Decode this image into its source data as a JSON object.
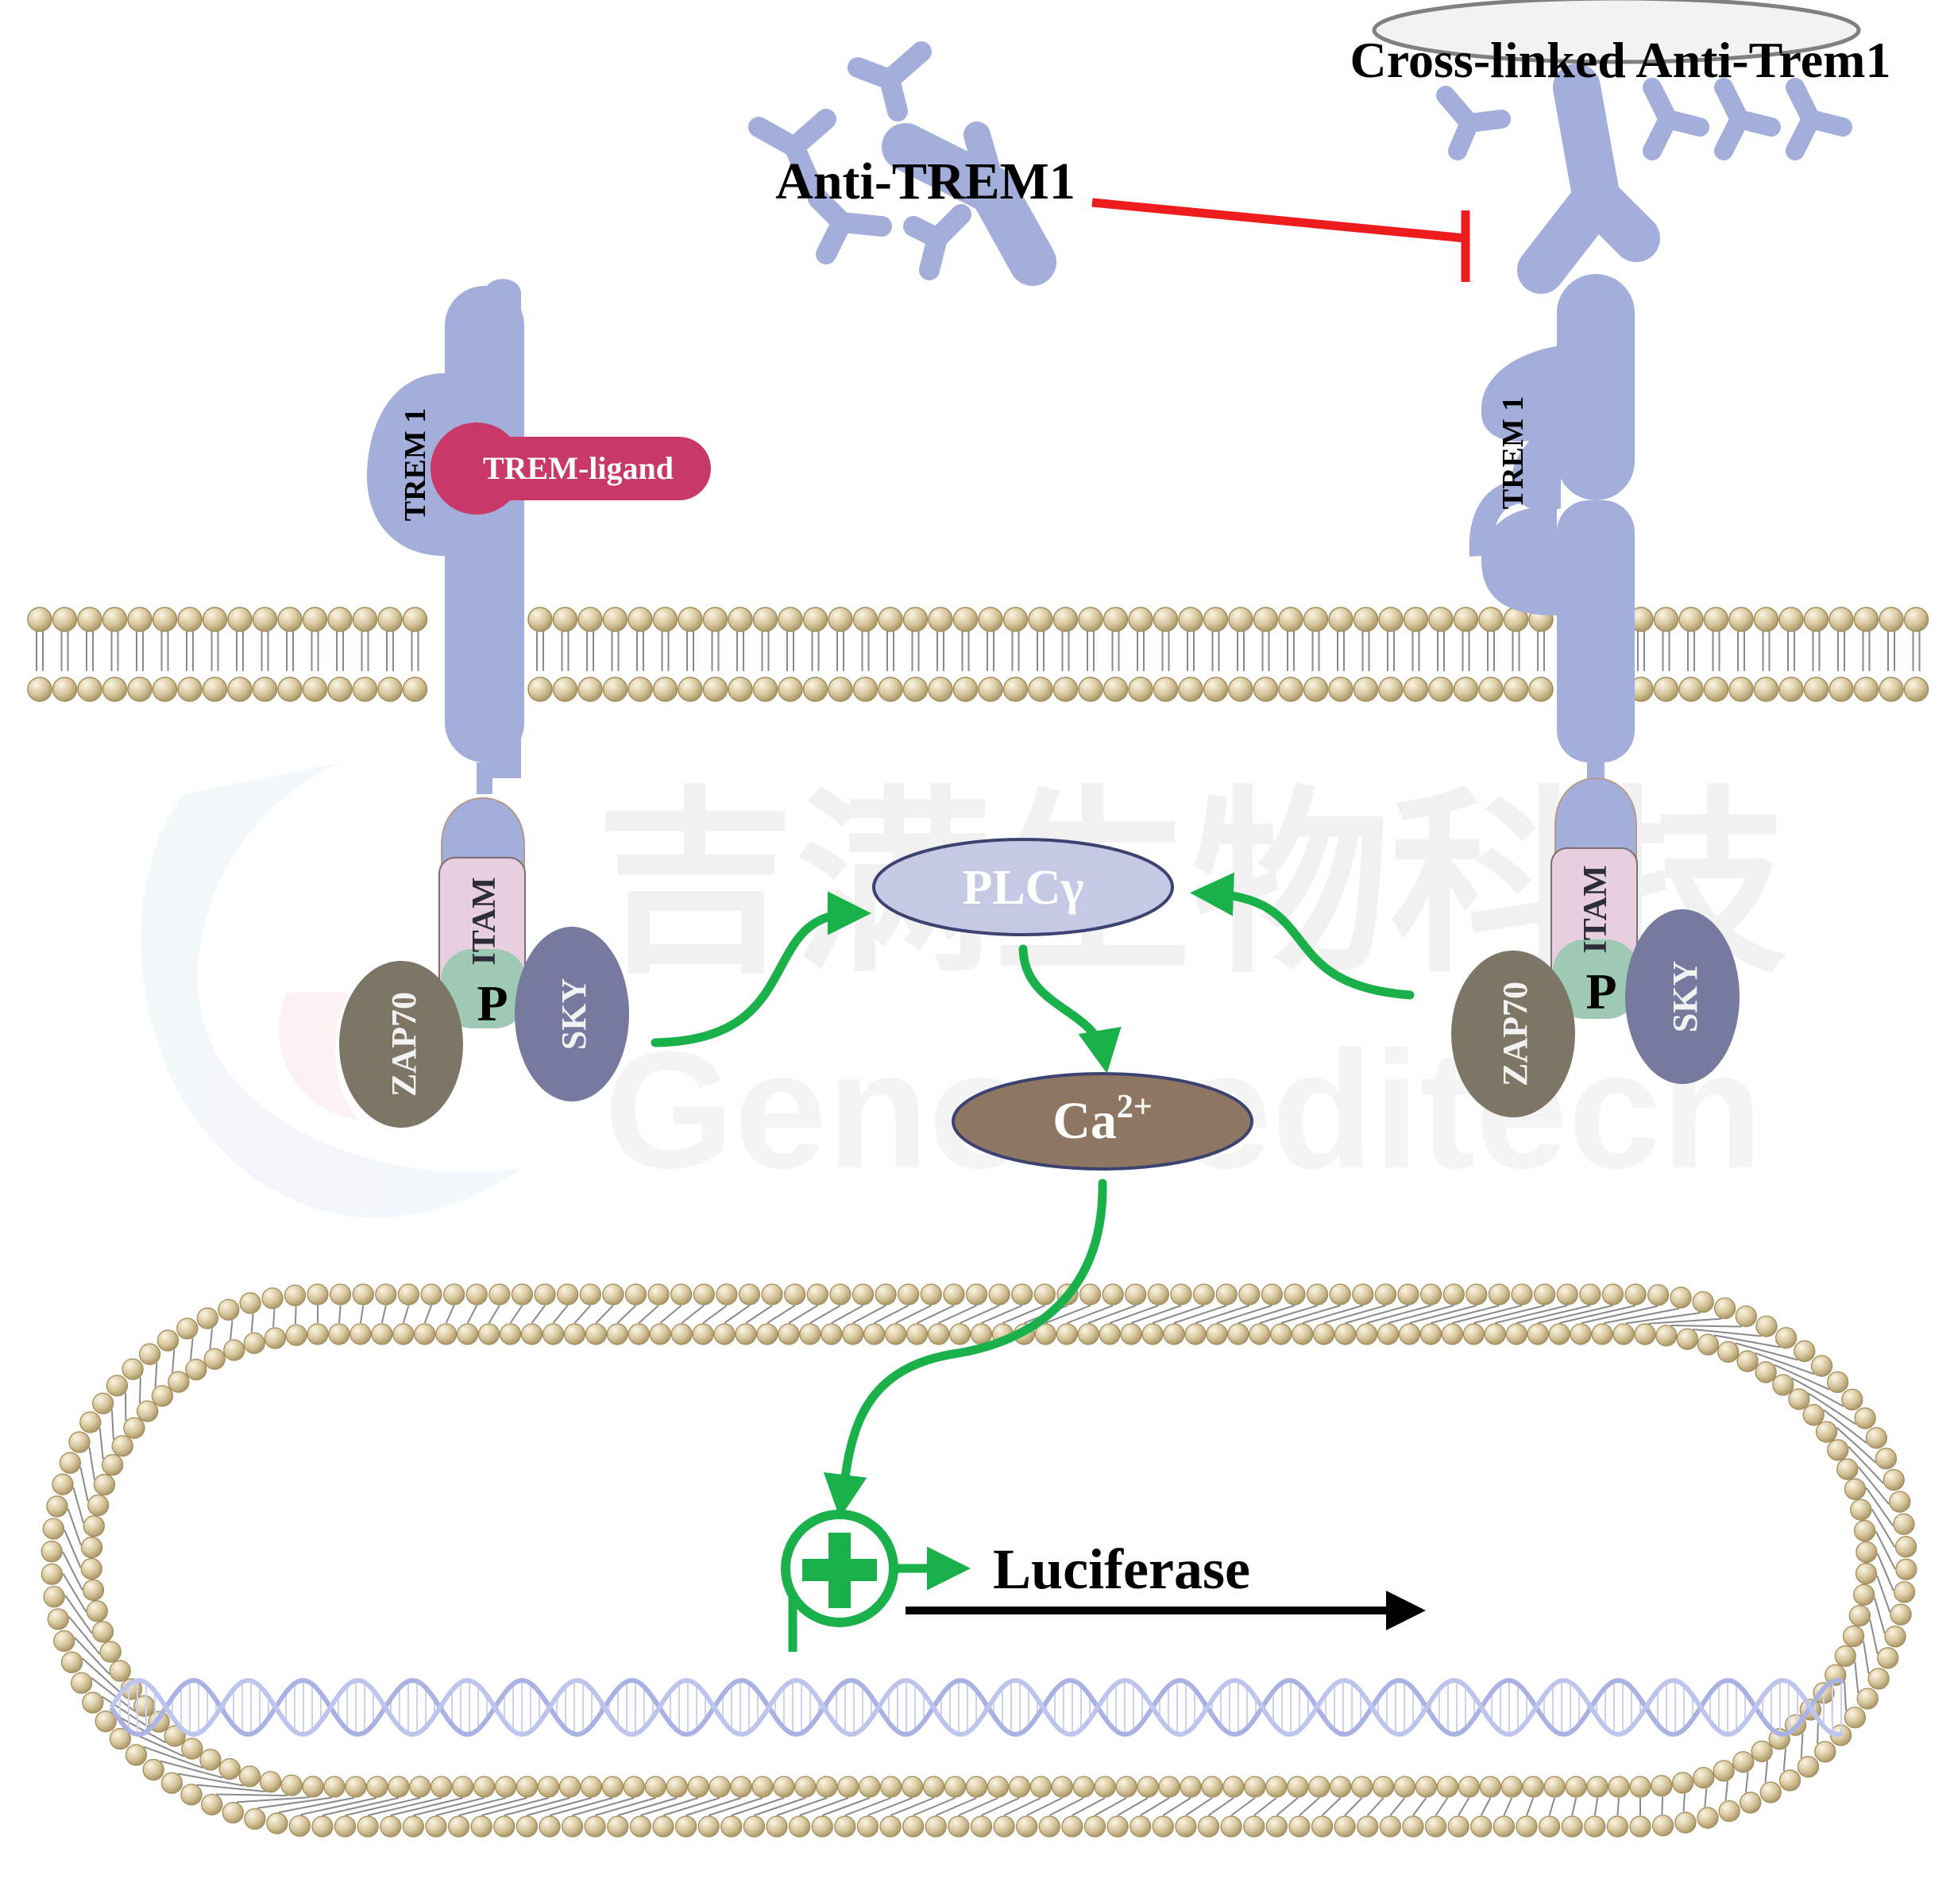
{
  "labels": {
    "cross_linked": "Cross-linked Anti-Trem1",
    "anti_trem1": "Anti-TREM1",
    "trem1_left": "TREM 1",
    "trem1_right": "TREM 1",
    "trem_ligand": "TREM-ligand",
    "itam_left": "ITAM",
    "itam_right": "ITAM",
    "zap70_left": "ZAP70",
    "zap70_right": "ZAP70",
    "sky_left": "SKY",
    "sky_right": "SKY",
    "p_left": "P",
    "p_right": "P",
    "plc": "PLCγ",
    "ca": "Ca",
    "ca_charge": "2+",
    "luciferase": "Luciferase"
  },
  "watermark": {
    "cn": "吉满生物科技",
    "en": "Genomeditech"
  },
  "colors": {
    "receptor": "#a3aedb",
    "ligand": "#c8396a",
    "itam": "#e8cfe0",
    "phospho": "#9ec9b4",
    "zap70": "#7d7566",
    "sky": "#767a9e",
    "plc_fill": "#c6c9e4",
    "ca_fill": "#8e7762",
    "activation": "#1ab04a",
    "inhibition": "#ee1c1c",
    "lipid": "#c9b88e",
    "dna": "#b8bfe8"
  }
}
